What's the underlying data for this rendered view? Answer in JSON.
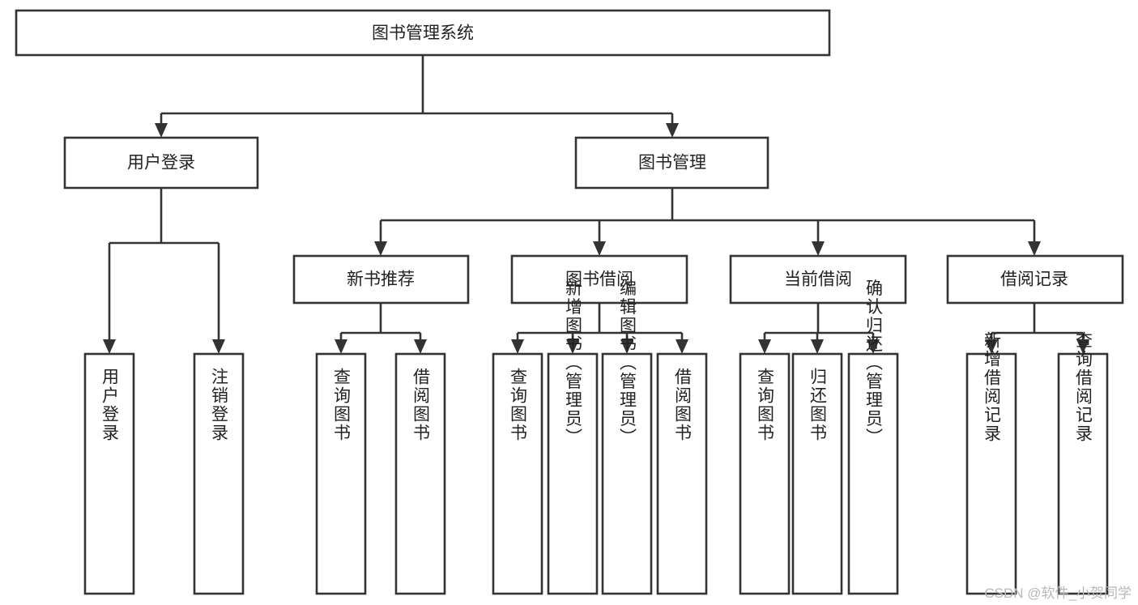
{
  "diagram": {
    "type": "hierarchy-tree",
    "title": "图书管理系统",
    "watermark": "CSDN @软件_小贺同学",
    "colors": {
      "box_stroke": "#333333",
      "box_fill": "#ffffff",
      "text": "#222222",
      "background": "#ffffff",
      "watermark": "#b8b8b8"
    },
    "levels": {
      "level0": [
        {
          "id": "root",
          "label": "图书管理系统"
        }
      ],
      "level1": [
        {
          "id": "user-login",
          "label": "用户登录"
        },
        {
          "id": "book-management",
          "label": "图书管理"
        }
      ],
      "level2": [
        {
          "id": "new-book-recommend",
          "label": "新书推荐"
        },
        {
          "id": "book-borrow",
          "label": "图书借阅"
        },
        {
          "id": "current-borrow",
          "label": "当前借阅"
        },
        {
          "id": "borrow-record",
          "label": "借阅记录"
        }
      ],
      "leaves": {
        "user-login": [
          {
            "id": "leaf-user-login",
            "label": "用户登录"
          },
          {
            "id": "leaf-logout-login",
            "label": "注销登录"
          }
        ],
        "new-book-recommend": [
          {
            "id": "leaf-query-book-1",
            "label": "查询图书"
          },
          {
            "id": "leaf-borrow-book-1",
            "label": "借阅图书"
          }
        ],
        "book-borrow": [
          {
            "id": "leaf-query-book-2",
            "label": "查询图书"
          },
          {
            "id": "leaf-add-book",
            "label": "新增图书（管理员）"
          },
          {
            "id": "leaf-edit-book",
            "label": "编辑图书（管理员）"
          },
          {
            "id": "leaf-borrow-book-2",
            "label": "借阅图书"
          }
        ],
        "current-borrow": [
          {
            "id": "leaf-query-book-3",
            "label": "查询图书"
          },
          {
            "id": "leaf-return-book",
            "label": "归还图书"
          },
          {
            "id": "leaf-confirm-return",
            "label": "确认归还（管理员）"
          }
        ],
        "borrow-record": [
          {
            "id": "leaf-add-record",
            "label": "新增借阅记录"
          },
          {
            "id": "leaf-query-record",
            "label": "查询借阅记录"
          }
        ]
      }
    }
  }
}
